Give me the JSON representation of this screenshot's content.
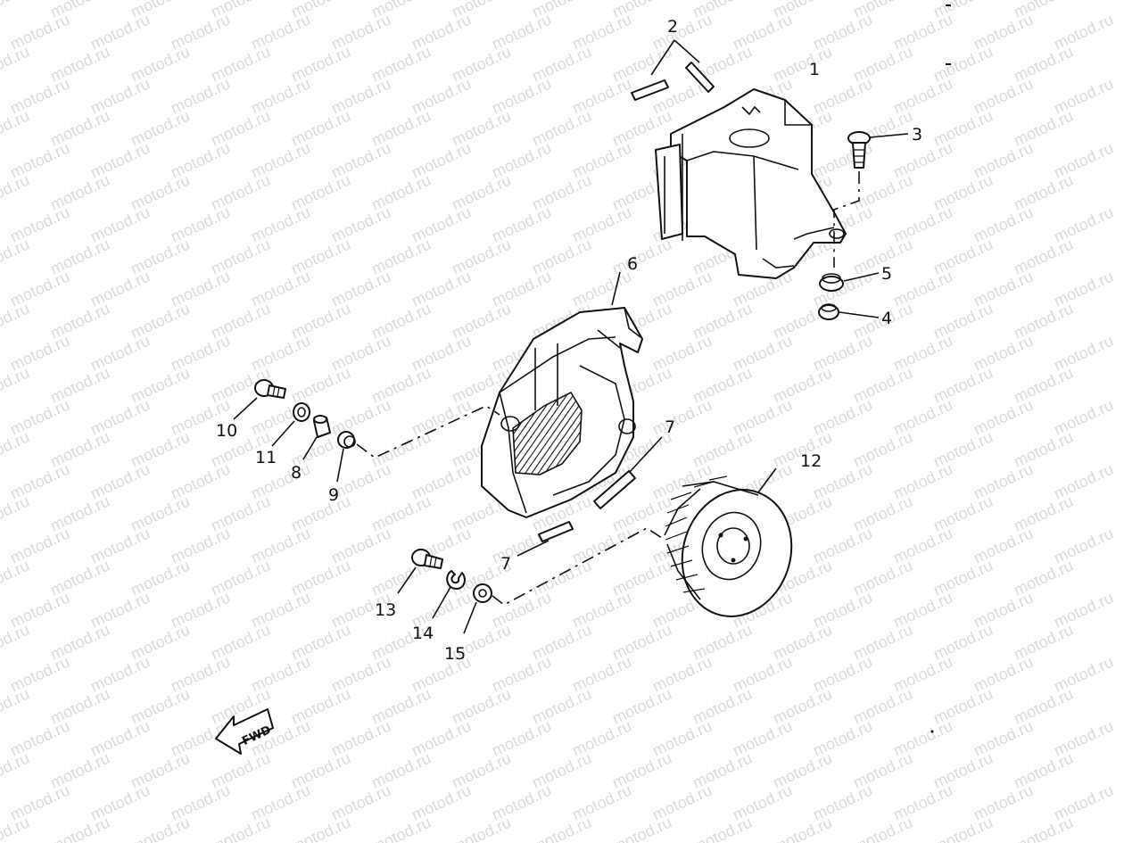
{
  "watermark": {
    "text": "motod.ru"
  },
  "direction_badge": {
    "text": "FWD"
  },
  "callouts": [
    {
      "id": "c1",
      "label": "1"
    },
    {
      "id": "c2",
      "label": "2"
    },
    {
      "id": "c3",
      "label": "3"
    },
    {
      "id": "c4",
      "label": "4"
    },
    {
      "id": "c5",
      "label": "5"
    },
    {
      "id": "c6",
      "label": "6"
    },
    {
      "id": "c7a",
      "label": "7"
    },
    {
      "id": "c7b",
      "label": "7"
    },
    {
      "id": "c8",
      "label": "8"
    },
    {
      "id": "c9",
      "label": "9"
    },
    {
      "id": "c10",
      "label": "10"
    },
    {
      "id": "c11",
      "label": "11"
    },
    {
      "id": "c12",
      "label": "12"
    },
    {
      "id": "c13",
      "label": "13"
    },
    {
      "id": "c14",
      "label": "14"
    },
    {
      "id": "c15",
      "label": "15"
    }
  ]
}
